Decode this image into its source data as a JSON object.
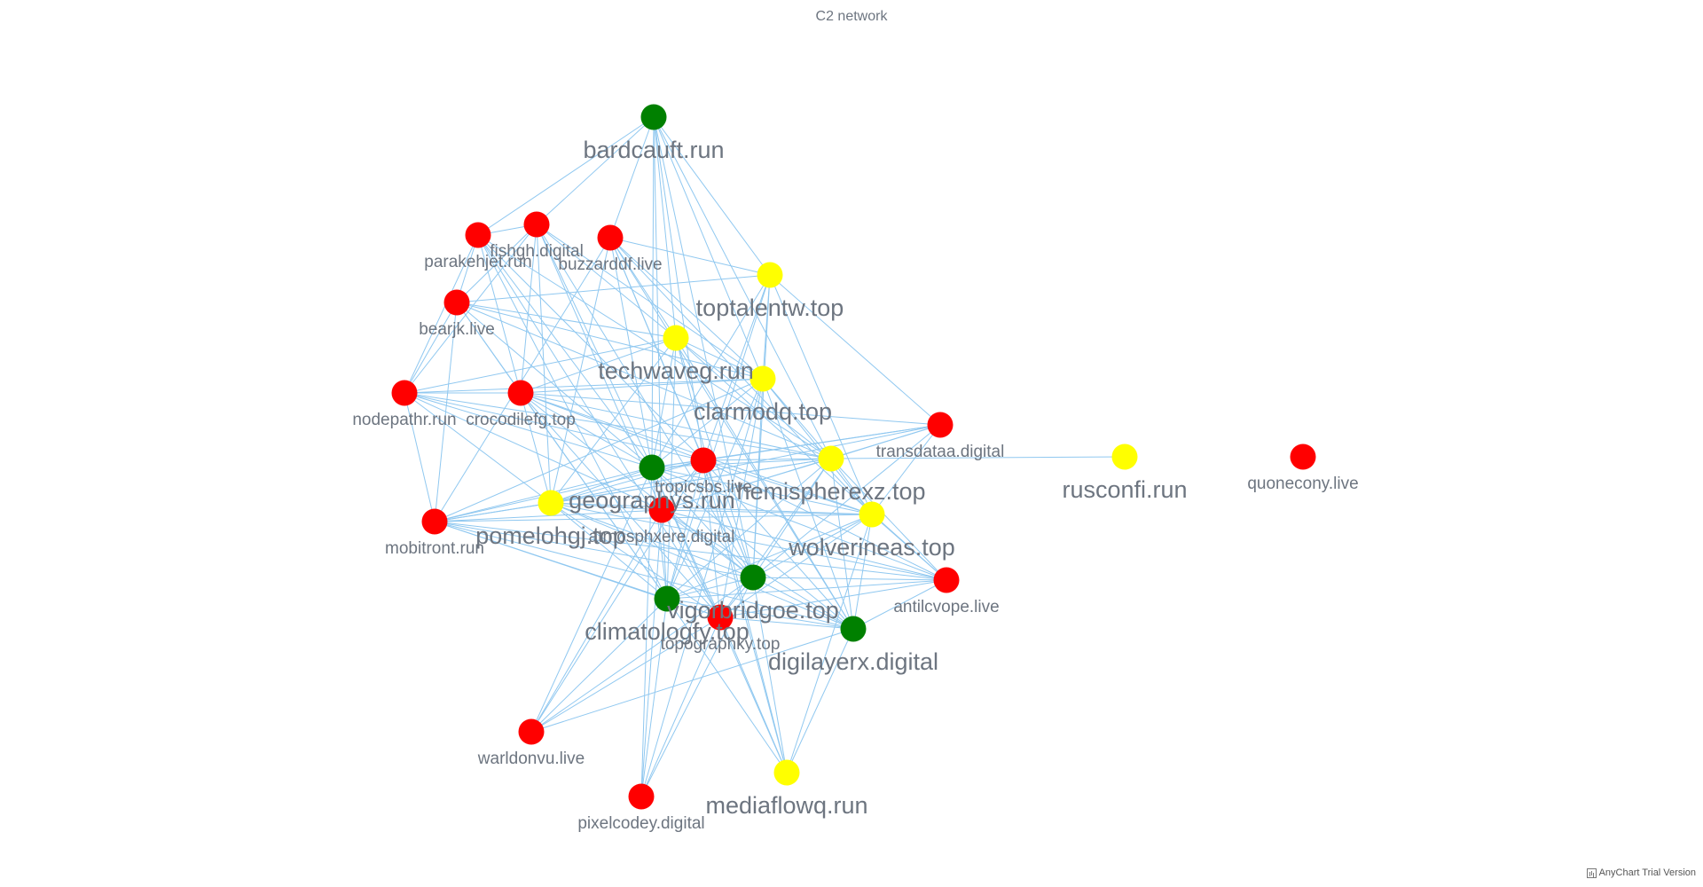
{
  "title": "C2 network",
  "credit": "AnyChart Trial Version",
  "colors": {
    "red": "#ff0000",
    "yellow": "#ffff00",
    "green": "#008000",
    "edge": "#90c8f0",
    "label": "#6d7580"
  },
  "chart_data": {
    "type": "network",
    "nodes": [
      {
        "id": "bardcauft.run",
        "group": "green",
        "size": "large"
      },
      {
        "id": "fishgh.digital",
        "group": "red",
        "size": "small"
      },
      {
        "id": "parakehjet.run",
        "group": "red",
        "size": "small"
      },
      {
        "id": "buzzarddf.live",
        "group": "red",
        "size": "small"
      },
      {
        "id": "toptalentw.top",
        "group": "yellow",
        "size": "large"
      },
      {
        "id": "bearjk.live",
        "group": "red",
        "size": "small"
      },
      {
        "id": "techwaveg.run",
        "group": "yellow",
        "size": "large"
      },
      {
        "id": "clarmodq.top",
        "group": "yellow",
        "size": "large"
      },
      {
        "id": "nodepathr.run",
        "group": "red",
        "size": "small"
      },
      {
        "id": "crocodilefg.top",
        "group": "red",
        "size": "small"
      },
      {
        "id": "transdataa.digital",
        "group": "red",
        "size": "small"
      },
      {
        "id": "tropicsbs.live",
        "group": "red",
        "size": "small"
      },
      {
        "id": "hemispherexz.top",
        "group": "yellow",
        "size": "large"
      },
      {
        "id": "geographys.run",
        "group": "green",
        "size": "large"
      },
      {
        "id": "pomelohgj.top",
        "group": "yellow",
        "size": "large"
      },
      {
        "id": "atmosphxere.digital",
        "group": "red",
        "size": "small"
      },
      {
        "id": "mobitront.run",
        "group": "red",
        "size": "small"
      },
      {
        "id": "wolverineas.top",
        "group": "yellow",
        "size": "large"
      },
      {
        "id": "antilcvope.live",
        "group": "red",
        "size": "small"
      },
      {
        "id": "vigorbridgoe.top",
        "group": "green",
        "size": "large"
      },
      {
        "id": "climatologfy.top",
        "group": "green",
        "size": "large"
      },
      {
        "id": "topographky.top",
        "group": "red",
        "size": "small"
      },
      {
        "id": "digilayerx.digital",
        "group": "green",
        "size": "large"
      },
      {
        "id": "warldonvu.live",
        "group": "red",
        "size": "small"
      },
      {
        "id": "pixelcodey.digital",
        "group": "red",
        "size": "small"
      },
      {
        "id": "mediaflowq.run",
        "group": "yellow",
        "size": "large"
      },
      {
        "id": "rusconfi.run",
        "group": "yellow",
        "size": "large"
      },
      {
        "id": "quonecony.live",
        "group": "red",
        "size": "small"
      }
    ],
    "edges": [
      [
        "bardcauft.run",
        "fishgh.digital"
      ],
      [
        "bardcauft.run",
        "parakehjet.run"
      ],
      [
        "bardcauft.run",
        "buzzarddf.live"
      ],
      [
        "bardcauft.run",
        "toptalentw.top"
      ],
      [
        "bardcauft.run",
        "geographys.run"
      ],
      [
        "bardcauft.run",
        "tropicsbs.live"
      ],
      [
        "bardcauft.run",
        "clarmodq.top"
      ],
      [
        "bardcauft.run",
        "techwaveg.run"
      ],
      [
        "bardcauft.run",
        "vigorbridgoe.top"
      ],
      [
        "bardcauft.run",
        "hemispherexz.top"
      ],
      [
        "bardcauft.run",
        "atmosphxere.digital"
      ],
      [
        "fishgh.digital",
        "parakehjet.run"
      ],
      [
        "fishgh.digital",
        "bearjk.live"
      ],
      [
        "fishgh.digital",
        "crocodilefg.top"
      ],
      [
        "fishgh.digital",
        "techwaveg.run"
      ],
      [
        "fishgh.digital",
        "geographys.run"
      ],
      [
        "fishgh.digital",
        "clarmodq.top"
      ],
      [
        "fishgh.digital",
        "pomelohgj.top"
      ],
      [
        "fishgh.digital",
        "vigorbridgoe.top"
      ],
      [
        "fishgh.digital",
        "nodepathr.run"
      ],
      [
        "fishgh.digital",
        "atmosphxere.digital"
      ],
      [
        "parakehjet.run",
        "bearjk.live"
      ],
      [
        "parakehjet.run",
        "nodepathr.run"
      ],
      [
        "parakehjet.run",
        "crocodilefg.top"
      ],
      [
        "parakehjet.run",
        "geographys.run"
      ],
      [
        "parakehjet.run",
        "climatologfy.top"
      ],
      [
        "parakehjet.run",
        "tropicsbs.live"
      ],
      [
        "parakehjet.run",
        "hemispherexz.top"
      ],
      [
        "parakehjet.run",
        "topographky.top"
      ],
      [
        "buzzarddf.live",
        "toptalentw.top"
      ],
      [
        "buzzarddf.live",
        "techwaveg.run"
      ],
      [
        "buzzarddf.live",
        "geographys.run"
      ],
      [
        "buzzarddf.live",
        "mobitront.run"
      ],
      [
        "buzzarddf.live",
        "vigorbridgoe.top"
      ],
      [
        "buzzarddf.live",
        "clarmodq.top"
      ],
      [
        "buzzarddf.live",
        "digilayerx.digital"
      ],
      [
        "buzzarddf.live",
        "pomelohgj.top"
      ],
      [
        "buzzarddf.live",
        "tropicsbs.live"
      ],
      [
        "buzzarddf.live",
        "wolverineas.top"
      ],
      [
        "toptalentw.top",
        "bearjk.live"
      ],
      [
        "toptalentw.top",
        "geographys.run"
      ],
      [
        "toptalentw.top",
        "climatologfy.top"
      ],
      [
        "toptalentw.top",
        "clarmodq.top"
      ],
      [
        "toptalentw.top",
        "transdataa.digital"
      ],
      [
        "toptalentw.top",
        "wolverineas.top"
      ],
      [
        "toptalentw.top",
        "vigorbridgoe.top"
      ],
      [
        "toptalentw.top",
        "tropicsbs.live"
      ],
      [
        "bearjk.live",
        "nodepathr.run"
      ],
      [
        "bearjk.live",
        "crocodilefg.top"
      ],
      [
        "bearjk.live",
        "geographys.run"
      ],
      [
        "bearjk.live",
        "mobitront.run"
      ],
      [
        "bearjk.live",
        "clarmodq.top"
      ],
      [
        "bearjk.live",
        "hemispherexz.top"
      ],
      [
        "bearjk.live",
        "climatologfy.top"
      ],
      [
        "bearjk.live",
        "techwaveg.run"
      ],
      [
        "techwaveg.run",
        "clarmodq.top"
      ],
      [
        "techwaveg.run",
        "geographys.run"
      ],
      [
        "techwaveg.run",
        "crocodilefg.top"
      ],
      [
        "techwaveg.run",
        "pomelohgj.top"
      ],
      [
        "techwaveg.run",
        "hemispherexz.top"
      ],
      [
        "techwaveg.run",
        "vigorbridgoe.top"
      ],
      [
        "techwaveg.run",
        "climatologfy.top"
      ],
      [
        "techwaveg.run",
        "nodepathr.run"
      ],
      [
        "techwaveg.run",
        "antilcvope.live"
      ],
      [
        "techwaveg.run",
        "digilayerx.digital"
      ],
      [
        "techwaveg.run",
        "mediaflowq.run"
      ],
      [
        "clarmodq.top",
        "crocodilefg.top"
      ],
      [
        "clarmodq.top",
        "geographys.run"
      ],
      [
        "clarmodq.top",
        "hemispherexz.top"
      ],
      [
        "clarmodq.top",
        "climatologfy.top"
      ],
      [
        "clarmodq.top",
        "vigorbridgoe.top"
      ],
      [
        "clarmodq.top",
        "digilayerx.digital"
      ],
      [
        "clarmodq.top",
        "nodepathr.run"
      ],
      [
        "clarmodq.top",
        "mobitront.run"
      ],
      [
        "clarmodq.top",
        "wolverineas.top"
      ],
      [
        "clarmodq.top",
        "topographky.top"
      ],
      [
        "clarmodq.top",
        "pixelcodey.digital"
      ],
      [
        "nodepathr.run",
        "crocodilefg.top"
      ],
      [
        "nodepathr.run",
        "geographys.run"
      ],
      [
        "nodepathr.run",
        "mobitront.run"
      ],
      [
        "nodepathr.run",
        "tropicsbs.live"
      ],
      [
        "nodepathr.run",
        "hemispherexz.top"
      ],
      [
        "nodepathr.run",
        "pomelohgj.top"
      ],
      [
        "nodepathr.run",
        "atmosphxere.digital"
      ],
      [
        "crocodilefg.top",
        "geographys.run"
      ],
      [
        "crocodilefg.top",
        "pomelohgj.top"
      ],
      [
        "crocodilefg.top",
        "tropicsbs.live"
      ],
      [
        "crocodilefg.top",
        "hemispherexz.top"
      ],
      [
        "crocodilefg.top",
        "vigorbridgoe.top"
      ],
      [
        "crocodilefg.top",
        "climatologfy.top"
      ],
      [
        "crocodilefg.top",
        "wolverineas.top"
      ],
      [
        "crocodilefg.top",
        "topographky.top"
      ],
      [
        "crocodilefg.top",
        "transdataa.digital"
      ],
      [
        "transdataa.digital",
        "hemispherexz.top"
      ],
      [
        "transdataa.digital",
        "geographys.run"
      ],
      [
        "transdataa.digital",
        "pomelohgj.top"
      ],
      [
        "transdataa.digital",
        "vigorbridgoe.top"
      ],
      [
        "transdataa.digital",
        "wolverineas.top"
      ],
      [
        "transdataa.digital",
        "atmosphxere.digital"
      ],
      [
        "transdataa.digital",
        "tropicsbs.live"
      ],
      [
        "tropicsbs.live",
        "geographys.run"
      ],
      [
        "tropicsbs.live",
        "hemispherexz.top"
      ],
      [
        "tropicsbs.live",
        "atmosphxere.digital"
      ],
      [
        "tropicsbs.live",
        "vigorbridgoe.top"
      ],
      [
        "tropicsbs.live",
        "climatologfy.top"
      ],
      [
        "tropicsbs.live",
        "wolverineas.top"
      ],
      [
        "tropicsbs.live",
        "mobitront.run"
      ],
      [
        "tropicsbs.live",
        "pomelohgj.top"
      ],
      [
        "tropicsbs.live",
        "digilayerx.digital"
      ],
      [
        "tropicsbs.live",
        "antilcvope.live"
      ],
      [
        "tropicsbs.live",
        "mediaflowq.run"
      ],
      [
        "tropicsbs.live",
        "warldonvu.live"
      ],
      [
        "tropicsbs.live",
        "topographky.top"
      ],
      [
        "hemispherexz.top",
        "geographys.run"
      ],
      [
        "hemispherexz.top",
        "wolverineas.top"
      ],
      [
        "hemispherexz.top",
        "vigorbridgoe.top"
      ],
      [
        "hemispherexz.top",
        "digilayerx.digital"
      ],
      [
        "hemispherexz.top",
        "antilcvope.live"
      ],
      [
        "hemispherexz.top",
        "pomelohgj.top"
      ],
      [
        "hemispherexz.top",
        "climatologfy.top"
      ],
      [
        "hemispherexz.top",
        "atmosphxere.digital"
      ],
      [
        "hemispherexz.top",
        "topographky.top"
      ],
      [
        "hemispherexz.top",
        "mobitront.run"
      ],
      [
        "hemispherexz.top",
        "rusconfi.run"
      ],
      [
        "geographys.run",
        "pomelohgj.top"
      ],
      [
        "geographys.run",
        "atmosphxere.digital"
      ],
      [
        "geographys.run",
        "mobitront.run"
      ],
      [
        "geographys.run",
        "wolverineas.top"
      ],
      [
        "geographys.run",
        "vigorbridgoe.top"
      ],
      [
        "geographys.run",
        "climatologfy.top"
      ],
      [
        "geographys.run",
        "topographky.top"
      ],
      [
        "geographys.run",
        "digilayerx.digital"
      ],
      [
        "geographys.run",
        "antilcvope.live"
      ],
      [
        "geographys.run",
        "warldonvu.live"
      ],
      [
        "geographys.run",
        "pixelcodey.digital"
      ],
      [
        "geographys.run",
        "mediaflowq.run"
      ],
      [
        "pomelohgj.top",
        "atmosphxere.digital"
      ],
      [
        "pomelohgj.top",
        "mobitront.run"
      ],
      [
        "pomelohgj.top",
        "vigorbridgoe.top"
      ],
      [
        "pomelohgj.top",
        "climatologfy.top"
      ],
      [
        "pomelohgj.top",
        "digilayerx.digital"
      ],
      [
        "pomelohgj.top",
        "wolverineas.top"
      ],
      [
        "pomelohgj.top",
        "antilcvope.live"
      ],
      [
        "pomelohgj.top",
        "topographky.top"
      ],
      [
        "atmosphxere.digital",
        "mobitront.run"
      ],
      [
        "atmosphxere.digital",
        "vigorbridgoe.top"
      ],
      [
        "atmosphxere.digital",
        "climatologfy.top"
      ],
      [
        "atmosphxere.digital",
        "wolverineas.top"
      ],
      [
        "atmosphxere.digital",
        "digilayerx.digital"
      ],
      [
        "atmosphxere.digital",
        "antilcvope.live"
      ],
      [
        "atmosphxere.digital",
        "topographky.top"
      ],
      [
        "atmosphxere.digital",
        "warldonvu.live"
      ],
      [
        "atmosphxere.digital",
        "pixelcodey.digital"
      ],
      [
        "mobitront.run",
        "climatologfy.top"
      ],
      [
        "mobitront.run",
        "vigorbridgoe.top"
      ],
      [
        "mobitront.run",
        "digilayerx.digital"
      ],
      [
        "mobitront.run",
        "topographky.top"
      ],
      [
        "mobitront.run",
        "antilcvope.live"
      ],
      [
        "mobitront.run",
        "wolverineas.top"
      ],
      [
        "wolverineas.top",
        "antilcvope.live"
      ],
      [
        "wolverineas.top",
        "vigorbridgoe.top"
      ],
      [
        "wolverineas.top",
        "digilayerx.digital"
      ],
      [
        "wolverineas.top",
        "climatologfy.top"
      ],
      [
        "wolverineas.top",
        "topographky.top"
      ],
      [
        "wolverineas.top",
        "mediaflowq.run"
      ],
      [
        "antilcvope.live",
        "vigorbridgoe.top"
      ],
      [
        "antilcvope.live",
        "digilayerx.digital"
      ],
      [
        "antilcvope.live",
        "climatologfy.top"
      ],
      [
        "antilcvope.live",
        "topographky.top"
      ],
      [
        "vigorbridgoe.top",
        "climatologfy.top"
      ],
      [
        "vigorbridgoe.top",
        "topographky.top"
      ],
      [
        "vigorbridgoe.top",
        "digilayerx.digital"
      ],
      [
        "vigorbridgoe.top",
        "mediaflowq.run"
      ],
      [
        "vigorbridgoe.top",
        "warldonvu.live"
      ],
      [
        "vigorbridgoe.top",
        "pixelcodey.digital"
      ],
      [
        "climatologfy.top",
        "topographky.top"
      ],
      [
        "climatologfy.top",
        "digilayerx.digital"
      ],
      [
        "climatologfy.top",
        "warldonvu.live"
      ],
      [
        "climatologfy.top",
        "pixelcodey.digital"
      ],
      [
        "climatologfy.top",
        "mediaflowq.run"
      ],
      [
        "topographky.top",
        "digilayerx.digital"
      ],
      [
        "topographky.top",
        "mediaflowq.run"
      ],
      [
        "topographky.top",
        "warldonvu.live"
      ],
      [
        "topographky.top",
        "pixelcodey.digital"
      ],
      [
        "digilayerx.digital",
        "mediaflowq.run"
      ],
      [
        "digilayerx.digital",
        "warldonvu.live"
      ]
    ]
  }
}
